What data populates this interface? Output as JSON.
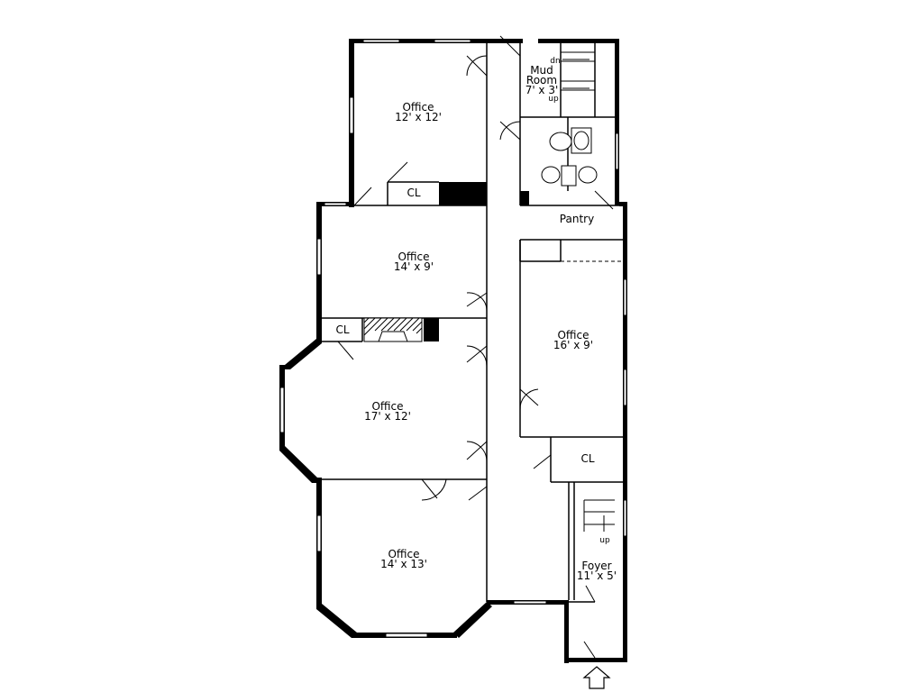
{
  "rooms": {
    "office_top": {
      "name": "Office",
      "size": "12' x 12'"
    },
    "office_2": {
      "name": "Office",
      "size": "14' x 9'"
    },
    "office_3": {
      "name": "Office",
      "size": "17' x 12'"
    },
    "office_4": {
      "name": "Office",
      "size": "14' x 13'"
    },
    "office_right": {
      "name": "Office",
      "size": "16' x 9'"
    },
    "mud_room": {
      "name": "Mud",
      "name2": "Room",
      "size": "7' x 3'"
    },
    "pantry": {
      "name": "Pantry"
    },
    "foyer": {
      "name": "Foyer",
      "size": "11' x 5'"
    },
    "closet_top": {
      "name": "CL"
    },
    "closet_mid": {
      "name": "CL"
    },
    "closet_right": {
      "name": "CL"
    }
  },
  "stairs": {
    "mud_dn": "dn",
    "mud_up": "up",
    "foyer_up": "up"
  }
}
